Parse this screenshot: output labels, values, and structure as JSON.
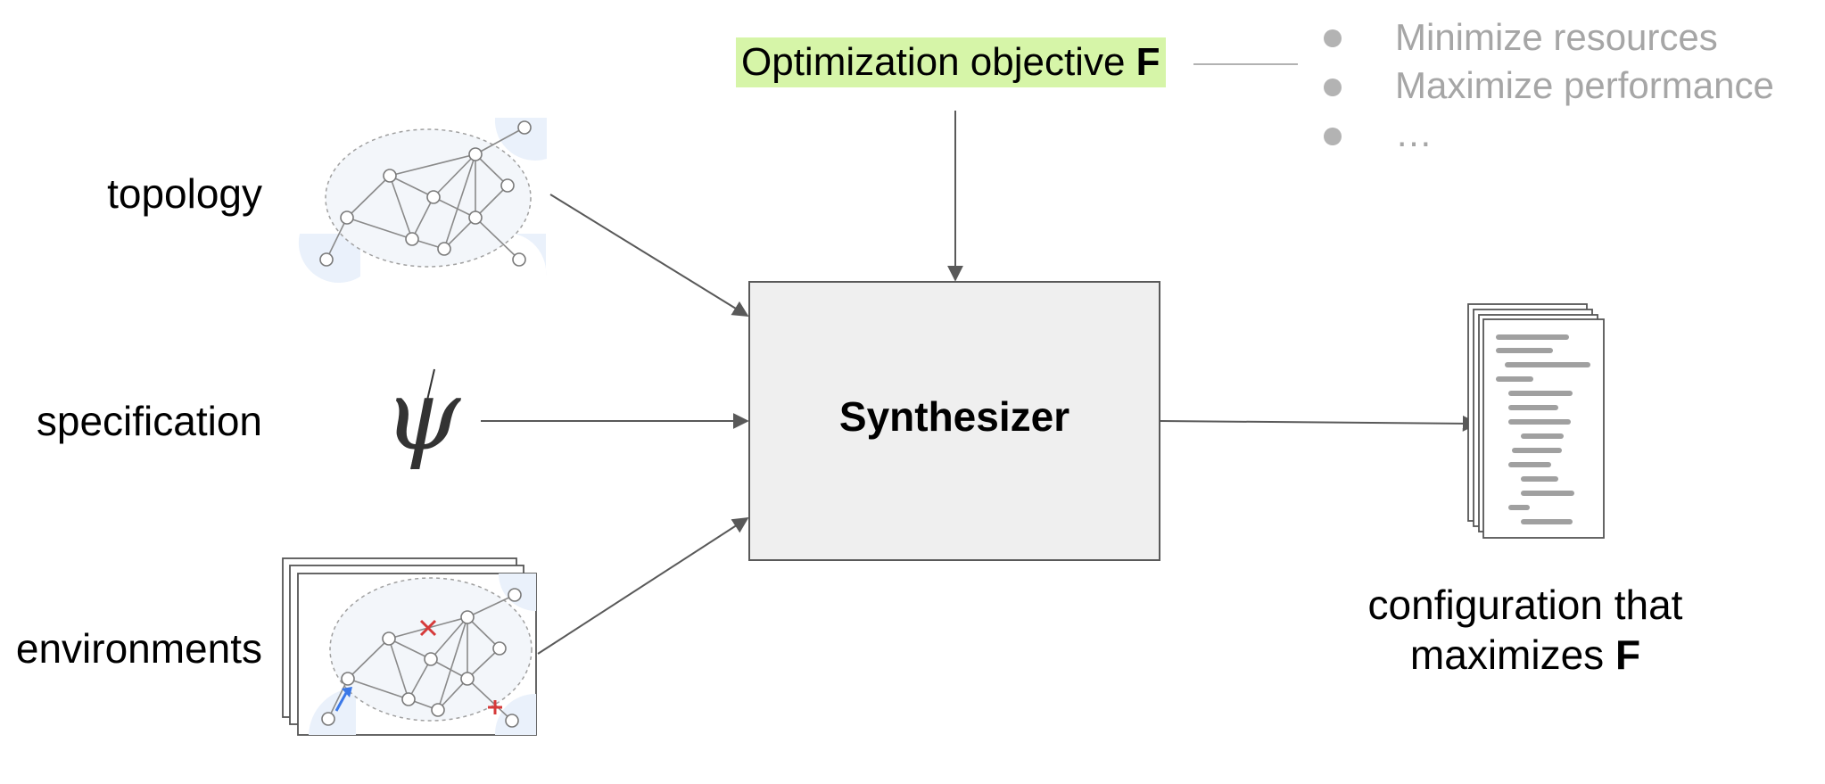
{
  "objective": {
    "text": "Optimization objective ",
    "var": "F"
  },
  "goals": [
    "Minimize resources",
    "Maximize performance",
    "…"
  ],
  "inputs": {
    "topology": "topology",
    "specification": "specification",
    "environments": "environments"
  },
  "spec_symbol": "ψ",
  "synthesizer": "Synthesizer",
  "output": {
    "line1": "configuration that",
    "line2": "maximizes ",
    "var": "F"
  },
  "colors": {
    "highlight": "#d6f5a8",
    "box_fill": "#efefef",
    "muted_text": "#a6a6a6",
    "arrow": "#595959",
    "failure_mark": "#d63a3a",
    "reroute_arrow": "#3b78e7",
    "region_fill": "#eaf1fb"
  }
}
